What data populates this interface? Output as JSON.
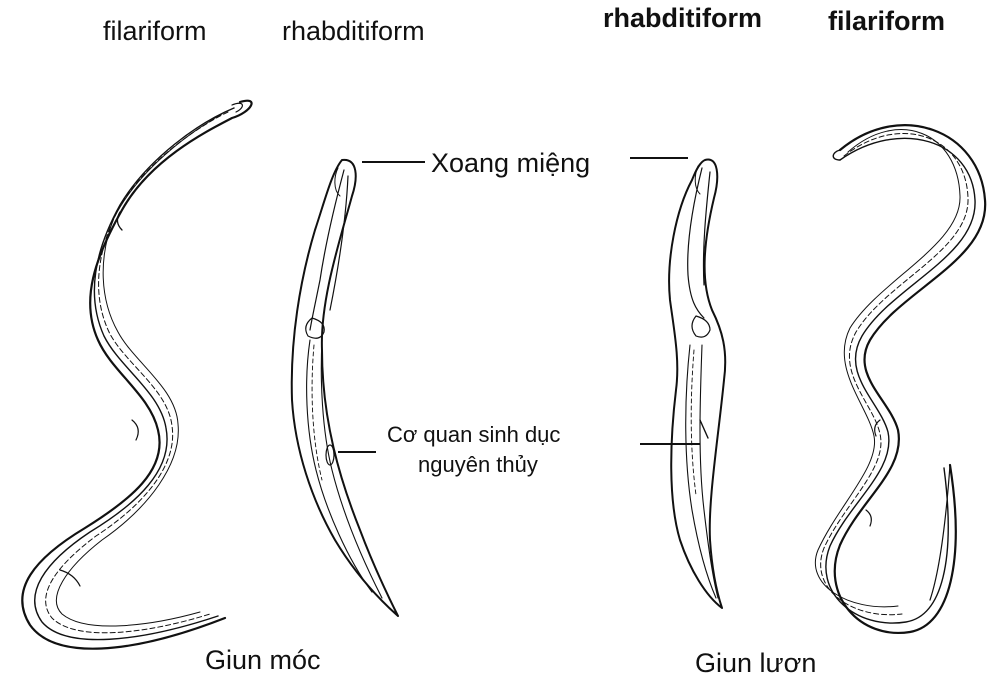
{
  "labels": {
    "top_left_1": "filariform",
    "top_left_2": "rhabditiform",
    "top_right_1": "rhabditiform",
    "top_right_2": "filariform",
    "mouth_cavity": "Xoang miệng",
    "genital_line1": "Cơ quan sinh dục",
    "genital_line2": "nguyên thủy",
    "bottom_left": "Giun móc",
    "bottom_right": "Giun lươn"
  },
  "colors": {
    "ink": "#111111",
    "background": "#ffffff"
  }
}
